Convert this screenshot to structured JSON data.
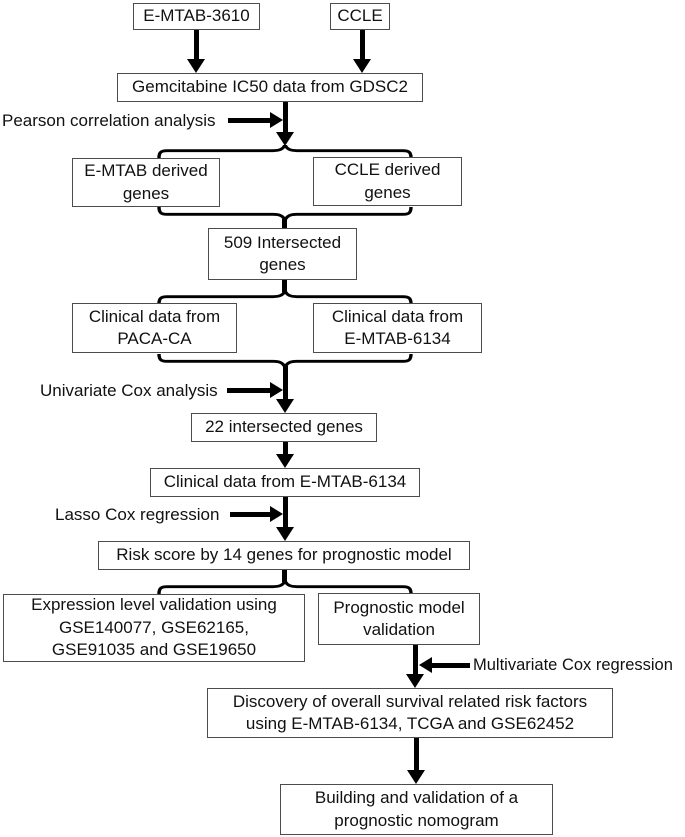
{
  "diagram": {
    "nodes": {
      "emtab3610": {
        "label": "E-MTAB-3610"
      },
      "ccle": {
        "label": "CCLE"
      },
      "gdsc2": {
        "label": "Gemcitabine IC50 data from GDSC2"
      },
      "emtab_derived": {
        "label": "E-MTAB derived\ngenes"
      },
      "ccle_derived": {
        "label": "CCLE derived\ngenes"
      },
      "intersected509": {
        "label": "509 Intersected\ngenes"
      },
      "clinical_paca": {
        "label": "Clinical data from\nPACA-CA"
      },
      "clinical_emtab6134": {
        "label": "Clinical data from\nE-MTAB-6134"
      },
      "intersected22": {
        "label": "22 intersected genes"
      },
      "clinical_emtab6134_single": {
        "label": "Clinical data from E-MTAB-6134"
      },
      "risk_score": {
        "label": "Risk score by 14 genes for prognostic model"
      },
      "expression_validation": {
        "label": "Expression level validation using\nGSE140077, GSE62165,\nGSE91035 and GSE19650"
      },
      "prognostic_validation": {
        "label": "Prognostic model\nvalidation"
      },
      "discovery": {
        "label": "Discovery of overall survival related risk factors\nusing E-MTAB-6134, TCGA and GSE62452"
      },
      "nomogram": {
        "label": "Building and validation of a\nprognostic nomogram"
      }
    },
    "edge_labels": {
      "pearson": "Pearson correlation analysis",
      "univariate": "Univariate Cox analysis",
      "lasso": "Lasso Cox regression",
      "multivariate": "Multivariate Cox regression"
    },
    "colors": {
      "background": "#ffffff",
      "box_border": "#4c4c4c",
      "text": "#111111",
      "arrow": "#000000"
    }
  }
}
